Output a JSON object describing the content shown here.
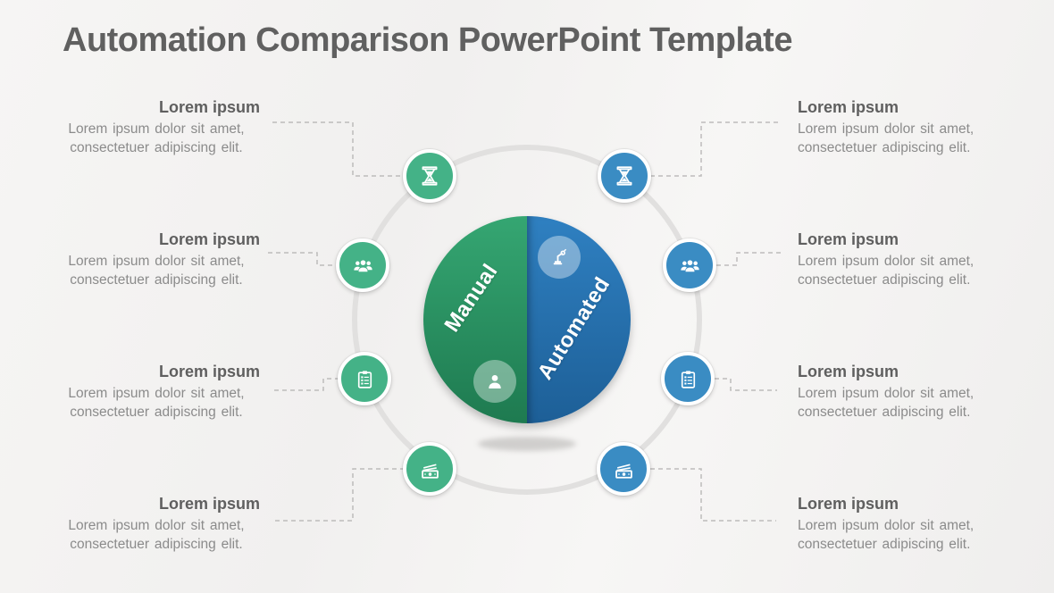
{
  "slide": {
    "title": "Automation Comparison PowerPoint Template"
  },
  "hub": {
    "left_label": "Manual",
    "right_label": "Automated",
    "left_badge_icon": "person-icon",
    "right_badge_icon": "robot-arm-icon"
  },
  "nodes": {
    "left": [
      {
        "icon": "hourglass-icon",
        "heading": "Lorem ipsum",
        "body": "Lorem ipsum dolor sit amet, consectetuer adipiscing elit."
      },
      {
        "icon": "people-group-icon",
        "heading": "Lorem ipsum",
        "body": "Lorem ipsum dolor sit amet, consectetuer adipiscing elit."
      },
      {
        "icon": "clipboard-checklist-icon",
        "heading": "Lorem ipsum",
        "body": "Lorem ipsum dolor sit amet, consectetuer adipiscing elit."
      },
      {
        "icon": "cash-icon",
        "heading": "Lorem ipsum",
        "body": "Lorem ipsum dolor sit amet, consectetuer adipiscing elit."
      }
    ],
    "right": [
      {
        "icon": "hourglass-icon",
        "heading": "Lorem ipsum",
        "body": "Lorem ipsum dolor sit amet, consectetuer adipiscing elit."
      },
      {
        "icon": "people-group-icon",
        "heading": "Lorem ipsum",
        "body": "Lorem ipsum dolor sit amet, consectetuer adipiscing elit."
      },
      {
        "icon": "clipboard-checklist-icon",
        "heading": "Lorem ipsum",
        "body": "Lorem ipsum dolor sit amet, consectetuer adipiscing elit."
      },
      {
        "icon": "cash-icon",
        "heading": "Lorem ipsum",
        "body": "Lorem ipsum dolor sit amet, consectetuer adipiscing elit."
      }
    ]
  },
  "colors": {
    "title_text": "#606060",
    "heading_text": "#5f5f5f",
    "body_text": "#8b8b8b",
    "green_bubble": "#44b287",
    "blue_bubble": "#3a8cc3",
    "manual_top": "#35a672",
    "manual_bottom": "#1e7a50",
    "automated_top": "#2f80c1",
    "automated_bottom": "#1d5f97",
    "ring_gray": "#e1e0df",
    "connector_gray": "#bdbcbb"
  }
}
